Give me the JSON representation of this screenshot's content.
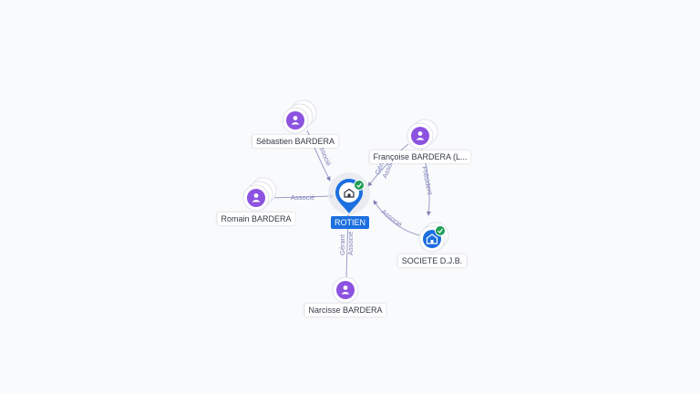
{
  "colors": {
    "edge": "#9a9ec8",
    "edge_label": "#7e82b8",
    "person_icon": "#8c52e0",
    "company_icon": "#1b6fe0",
    "check_badge": "#1f9d55",
    "main_pin": "#1b6fe0"
  },
  "icons": {
    "person": "person-icon",
    "company": "building-icon",
    "verified": "check-badge-icon"
  },
  "main_company": {
    "name": "ROTIEN"
  },
  "nodes": {
    "sebastien": {
      "name": "Sébastien BARDERA"
    },
    "romain": {
      "name": "Romain BARDERA"
    },
    "narcisse": {
      "name": "Narcisse BARDERA"
    },
    "francoise": {
      "name": "Françoise BARDERA (L..."
    },
    "societe": {
      "name": "SOCIETE D.J.B."
    }
  },
  "edges": {
    "sebastien_rotien": "Associé",
    "romain_rotien": "Associé",
    "narcisse_rotien_1": "Gérant",
    "narcisse_rotien_2": "Associé",
    "francoise_rotien_1": "Gérant",
    "francoise_rotien_2": "Associé",
    "francoise_societe": "Président",
    "societe_rotien": "Associé"
  }
}
